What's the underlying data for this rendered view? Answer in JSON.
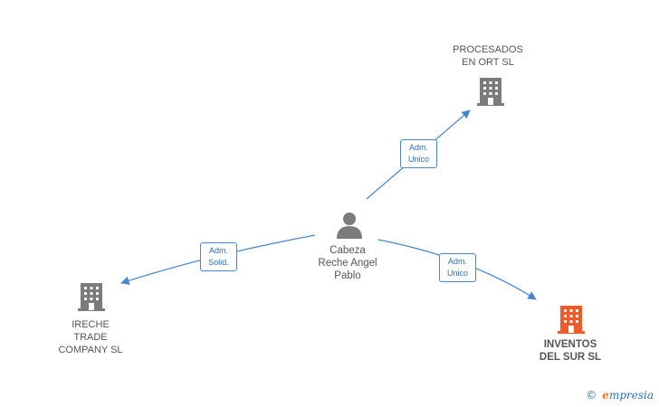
{
  "nodes": {
    "person": {
      "label": "Cabeza\nReche Angel\nPablo"
    },
    "procesados": {
      "label": "PROCESADOS\nEN ORT  SL"
    },
    "ireche": {
      "label": "IRECHE\nTRADE\nCOMPANY SL"
    },
    "inventos": {
      "label": "INVENTOS\nDEL SUR  SL"
    }
  },
  "edges": {
    "to_procesados": {
      "label": "Adm.\nUnico"
    },
    "to_ireche": {
      "label": "Adm.\nSolid."
    },
    "to_inventos": {
      "label": "Adm.\nUnico"
    }
  },
  "colors": {
    "edge": "#4a86c8",
    "building_default": "#7b7b7b",
    "building_highlight": "#f05a28",
    "person_icon": "#7b7b7b"
  },
  "footer": {
    "copyright": "©",
    "brand_initial": "e",
    "brand_rest": "mpresia"
  }
}
